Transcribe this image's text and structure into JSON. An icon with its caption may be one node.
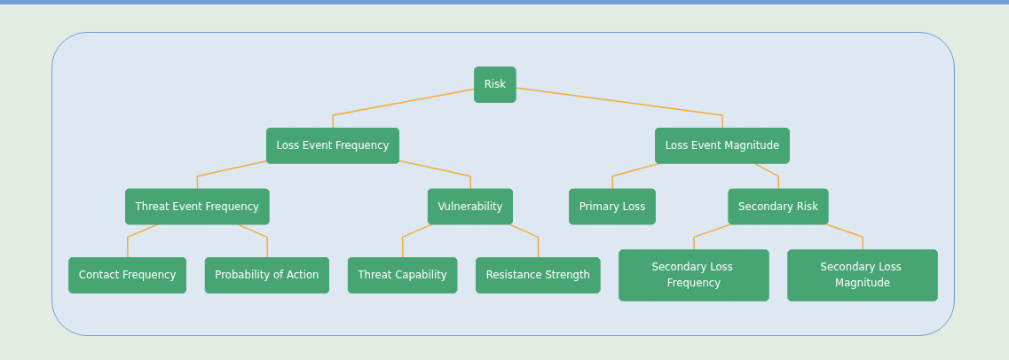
{
  "diagram": {
    "nodes": [
      {
        "text": [
          "Risk"
        ]
      },
      {
        "text": [
          "Loss Event Frequency"
        ]
      },
      {
        "text": [
          "Loss Event Magnitude"
        ]
      },
      {
        "text": [
          "Threat Event Frequency"
        ]
      },
      {
        "text": [
          "Vulnerability"
        ]
      },
      {
        "text": [
          "Primary Loss"
        ]
      },
      {
        "text": [
          "Secondary Risk"
        ]
      },
      {
        "text": [
          "Contact Frequency"
        ]
      },
      {
        "text": [
          "Probability of Action"
        ]
      },
      {
        "text": [
          "Threat Capability"
        ]
      },
      {
        "text": [
          "Resistance Strength"
        ]
      },
      {
        "text": [
          "Secondary Loss Frequency"
        ]
      },
      {
        "text": [
          "Secondary Loss Magnitude"
        ]
      }
    ],
    "edges": [
      {
        "from": 0,
        "to": 1,
        "arrow": "none"
      },
      {
        "from": 0,
        "to": 2,
        "arrow": "none"
      },
      {
        "from": 1,
        "to": 3,
        "arrow": "none"
      },
      {
        "from": 1,
        "to": 4,
        "arrow": "none"
      },
      {
        "from": 2,
        "to": 5,
        "arrow": "none"
      },
      {
        "from": 2,
        "to": 6,
        "arrow": "none"
      },
      {
        "from": 3,
        "to": 7,
        "arrow": "none"
      },
      {
        "from": 3,
        "to": 8,
        "arrow": "none"
      },
      {
        "from": 4,
        "to": 9,
        "arrow": "none"
      },
      {
        "from": 4,
        "to": 10,
        "arrow": "none"
      },
      {
        "from": 6,
        "to": 11,
        "arrow": "none"
      },
      {
        "from": 6,
        "to": 12,
        "arrow": "none"
      }
    ]
  }
}
